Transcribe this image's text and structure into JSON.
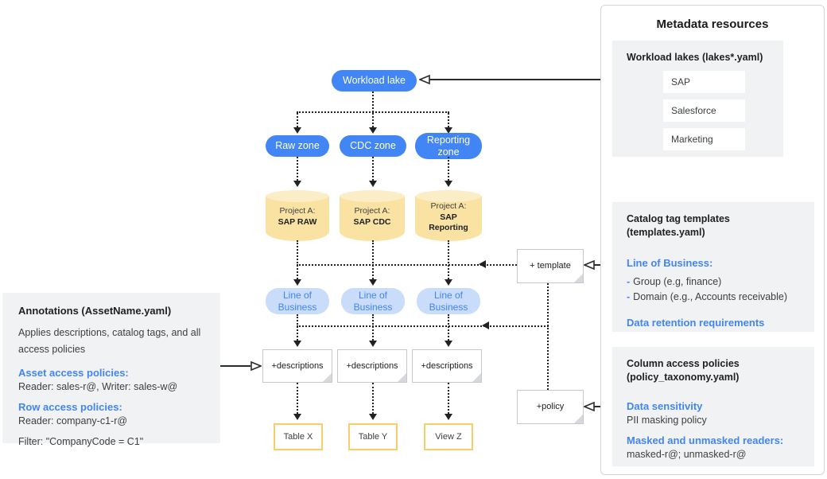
{
  "annotations_panel": {
    "title": "Annotations (AssetName.yaml)",
    "description": "Applies descriptions, catalog tags, and all access policies",
    "asset_policies_heading": "Asset access policies:",
    "asset_policies_value": "Reader: sales-r@, Writer: sales-w@",
    "row_policies_heading": "Row access policies:",
    "row_policies_value": "Reader: company-c1-r@",
    "filter_value": "Filter: \"CompanyCode = C1\""
  },
  "diagram": {
    "workload_lake_label": "Workload lake",
    "zones": [
      "Raw zone",
      "CDC zone",
      "Reporting zone"
    ],
    "projects": [
      {
        "line1": "Project A:",
        "line2": "SAP RAW"
      },
      {
        "line1": "Project A:",
        "line2": "SAP CDC"
      },
      {
        "line1": "Project A:",
        "line2": "SAP Reporting"
      }
    ],
    "lob_labels": [
      "Line of Business",
      "Line of Business",
      "Line of Business"
    ],
    "description_notes": [
      "+descriptions",
      "+descriptions",
      "+descriptions"
    ],
    "template_note": "+ template",
    "policy_note": "+policy",
    "outputs": [
      "Table X",
      "Table Y",
      "View Z"
    ]
  },
  "metadata_panel": {
    "title": "Metadata resources",
    "workload_lakes": {
      "heading": "Workload lakes (lakes*.yaml)",
      "items": [
        "SAP",
        "Salesforce",
        "Marketing"
      ]
    },
    "catalog_templates": {
      "heading": "Catalog tag templates (templates.yaml)",
      "lob_heading": "Line of Business:",
      "bullets": [
        {
          "dash": "-",
          "text": "Group (e.g, finance)"
        },
        {
          "dash": "-",
          "text": "Domain (e.g., Accounts receivable)"
        }
      ],
      "retention_heading": "Data retention requirements"
    },
    "column_policies": {
      "heading": "Column access policies (policy_taxonomy.yaml)",
      "sensitivity_heading": "Data sensitivity",
      "sensitivity_value": "PII masking policy",
      "readers_heading": "Masked and unmasked readers:",
      "readers_value": "masked-r@; unmasked-r@"
    }
  },
  "colors": {
    "primary_blue": "#4285F4",
    "light_blue_pill": "#C9DCFA",
    "cylinder_yellow": "#FAE2A3",
    "table_border_yellow": "#F7CE6B",
    "panel_gray": "#F1F2F3",
    "line_dark": "#202124"
  }
}
